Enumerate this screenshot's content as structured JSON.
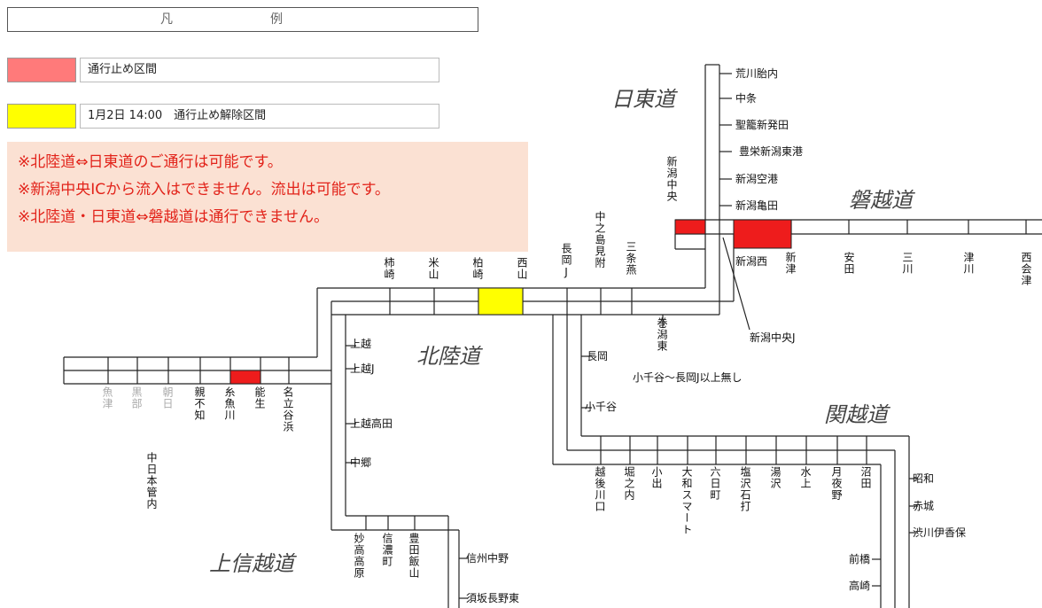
{
  "legend": {
    "title": "凡　例",
    "closed_label": "通行止め区間",
    "reopened_label": "1月2日 14:00　通行止め解除区間",
    "closed_color": "#ff7a7a",
    "reopened_color": "#ffff00"
  },
  "notices": [
    "※北陸道⇔日東道のご通行は可能です。",
    "※新潟中央ICから流入はできません。流出は可能です。",
    "※北陸道・日東道⇔磐越道は通行できません。"
  ],
  "roads": {
    "nittodo": "日東道",
    "bandaido": "磐越道",
    "hokurikudo": "北陸道",
    "kanetsudo": "関越道",
    "joshinetsudo": "上信越道"
  },
  "colors": {
    "closed_segment": "#ee1c1c",
    "reopened_segment": "#ffff00",
    "line": "#222222"
  },
  "nittodo_stations": [
    "荒川胎内",
    "中条",
    "聖籠新発田",
    "豊栄新潟東港",
    "新潟空港",
    "新潟亀田"
  ],
  "bandai_stations": {
    "niigata_chuo": "新潟中央",
    "niigata_nishi": "新潟西",
    "niigata_chuo_j": "新潟中央J",
    "list": [
      "新津",
      "安田",
      "三川",
      "津川",
      "西会津"
    ]
  },
  "hokuriku_top_stations": [
    "柿崎",
    "米山",
    "柏崎",
    "西山",
    "長岡J",
    "中之島見附",
    "三条燕",
    "巻潟東"
  ],
  "hokuriku_west_stations": {
    "gray": [
      "魚津",
      "黒部",
      "朝日"
    ],
    "black": [
      "親不知",
      "糸魚川",
      "能生",
      "名立谷浜"
    ]
  },
  "joetsu_stations": [
    "上越",
    "上越J",
    "上越高田",
    "中郷"
  ],
  "other_labels": {
    "chu_nihon": "中日本管内",
    "no_stop_note": "小千谷～長岡J以上無し"
  },
  "kanetsu_side": [
    "長岡",
    "小千谷"
  ],
  "kanetsu_bottom": [
    "越後川口",
    "堀之内",
    "小出",
    "大和スマート",
    "六日町",
    "塩沢石打",
    "湯沢",
    "水上",
    "月夜野",
    "沼田"
  ],
  "kanetsu_right": [
    "昭和",
    "赤城",
    "渋川伊香保",
    "前橋",
    "高崎"
  ],
  "joshinetsu_bottom": [
    "妙高高原",
    "信濃町",
    "豊田飯山"
  ],
  "joshinetsu_right": [
    "信州中野",
    "須坂長野東"
  ]
}
